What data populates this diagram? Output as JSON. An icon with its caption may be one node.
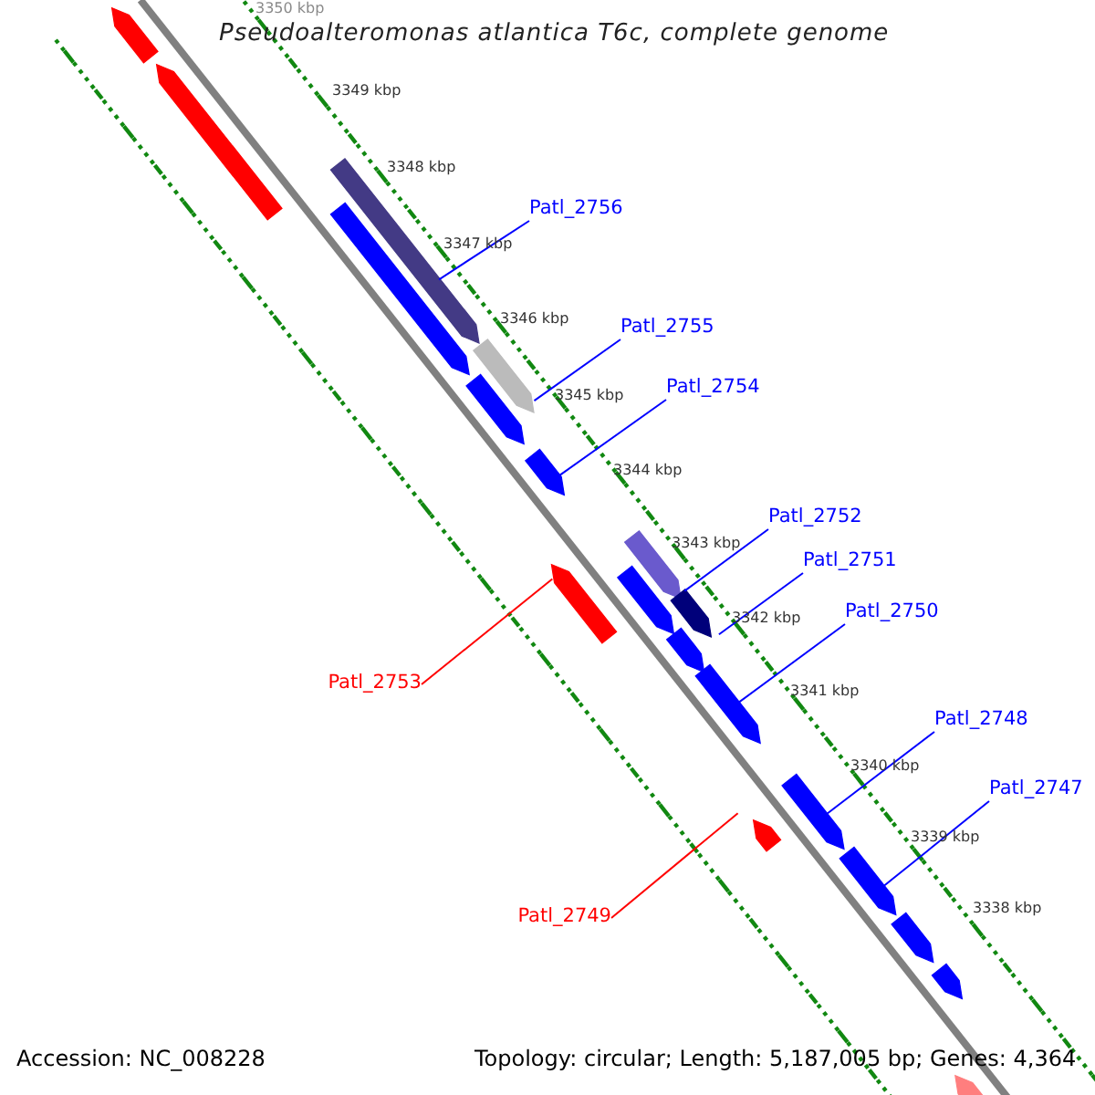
{
  "diagram": {
    "title": "Pseudoalteromonas atlantica T6c, complete genome",
    "nodes": [
      {
        "text": [
          "Patl_2756"
        ]
      },
      {
        "text": [
          "Patl_2755"
        ]
      },
      {
        "text": [
          "Patl_2754"
        ]
      },
      {
        "text": [
          "Patl_2752"
        ]
      },
      {
        "text": [
          "Patl_2751"
        ]
      },
      {
        "text": [
          "Patl_2750"
        ]
      },
      {
        "text": [
          "Patl_2753"
        ]
      },
      {
        "text": [
          "Patl_2748"
        ]
      },
      {
        "text": [
          "Patl_2747"
        ]
      },
      {
        "text": [
          "Patl_2749"
        ]
      },
      {
        "text": [],
        "shape": "arrow"
      },
      {
        "text": [],
        "shape": "arrow"
      },
      {
        "text": [],
        "shape": "arrow"
      },
      {
        "text": [],
        "shape": "arrow"
      },
      {
        "text": [],
        "shape": "arrow"
      },
      {
        "text": [],
        "shape": "arrow"
      },
      {
        "text": [],
        "shape": "arrow"
      },
      {
        "text": [],
        "shape": "arrow"
      },
      {
        "text": [],
        "shape": "arrow"
      },
      {
        "text": [],
        "shape": "arrow"
      },
      {
        "text": [],
        "shape": "arrow"
      },
      {
        "text": [],
        "shape": "arrow"
      },
      {
        "text": [],
        "shape": "arrow"
      },
      {
        "text": [],
        "shape": "arrow"
      },
      {
        "text": [],
        "shape": "arrow"
      },
      {
        "text": [],
        "shape": "arrow"
      },
      {
        "text": [],
        "shape": "arrow"
      },
      {
        "text": [],
        "shape": "arrow"
      },
      {
        "text": [],
        "shape": "arrow"
      }
    ],
    "edges": [
      {
        "from": 0,
        "to": 12,
        "arrow": "none"
      },
      {
        "from": 1,
        "to": 14,
        "arrow": "none"
      },
      {
        "from": 2,
        "to": 16,
        "arrow": "none"
      },
      {
        "from": 3,
        "to": 18,
        "arrow": "none"
      },
      {
        "from": 4,
        "to": 20,
        "arrow": "none"
      },
      {
        "from": 5,
        "to": 22,
        "arrow": "none"
      },
      {
        "from": 6,
        "to": 17,
        "arrow": "none",
        "color": "#ff0000"
      },
      {
        "from": 7,
        "to": 23,
        "arrow": "none"
      },
      {
        "from": 8,
        "to": 25,
        "arrow": "none"
      },
      {
        "from": 9,
        "to": 24,
        "arrow": "none",
        "color": "#ff0000"
      }
    ],
    "labels": [
      "3350 kbp",
      "3349 kbp",
      "3348 kbp",
      "3347 kbp",
      "3346 kbp",
      "3345 kbp",
      "3344 kbp",
      "3343 kbp",
      "3342 kbp",
      "3341 kbp",
      "3340 kbp",
      "3339 kbp",
      "3338 kbp",
      "Accession: NC_008228",
      "Topology: circular; Length: 5,187,005 bp; Genes: 4,364"
    ]
  }
}
